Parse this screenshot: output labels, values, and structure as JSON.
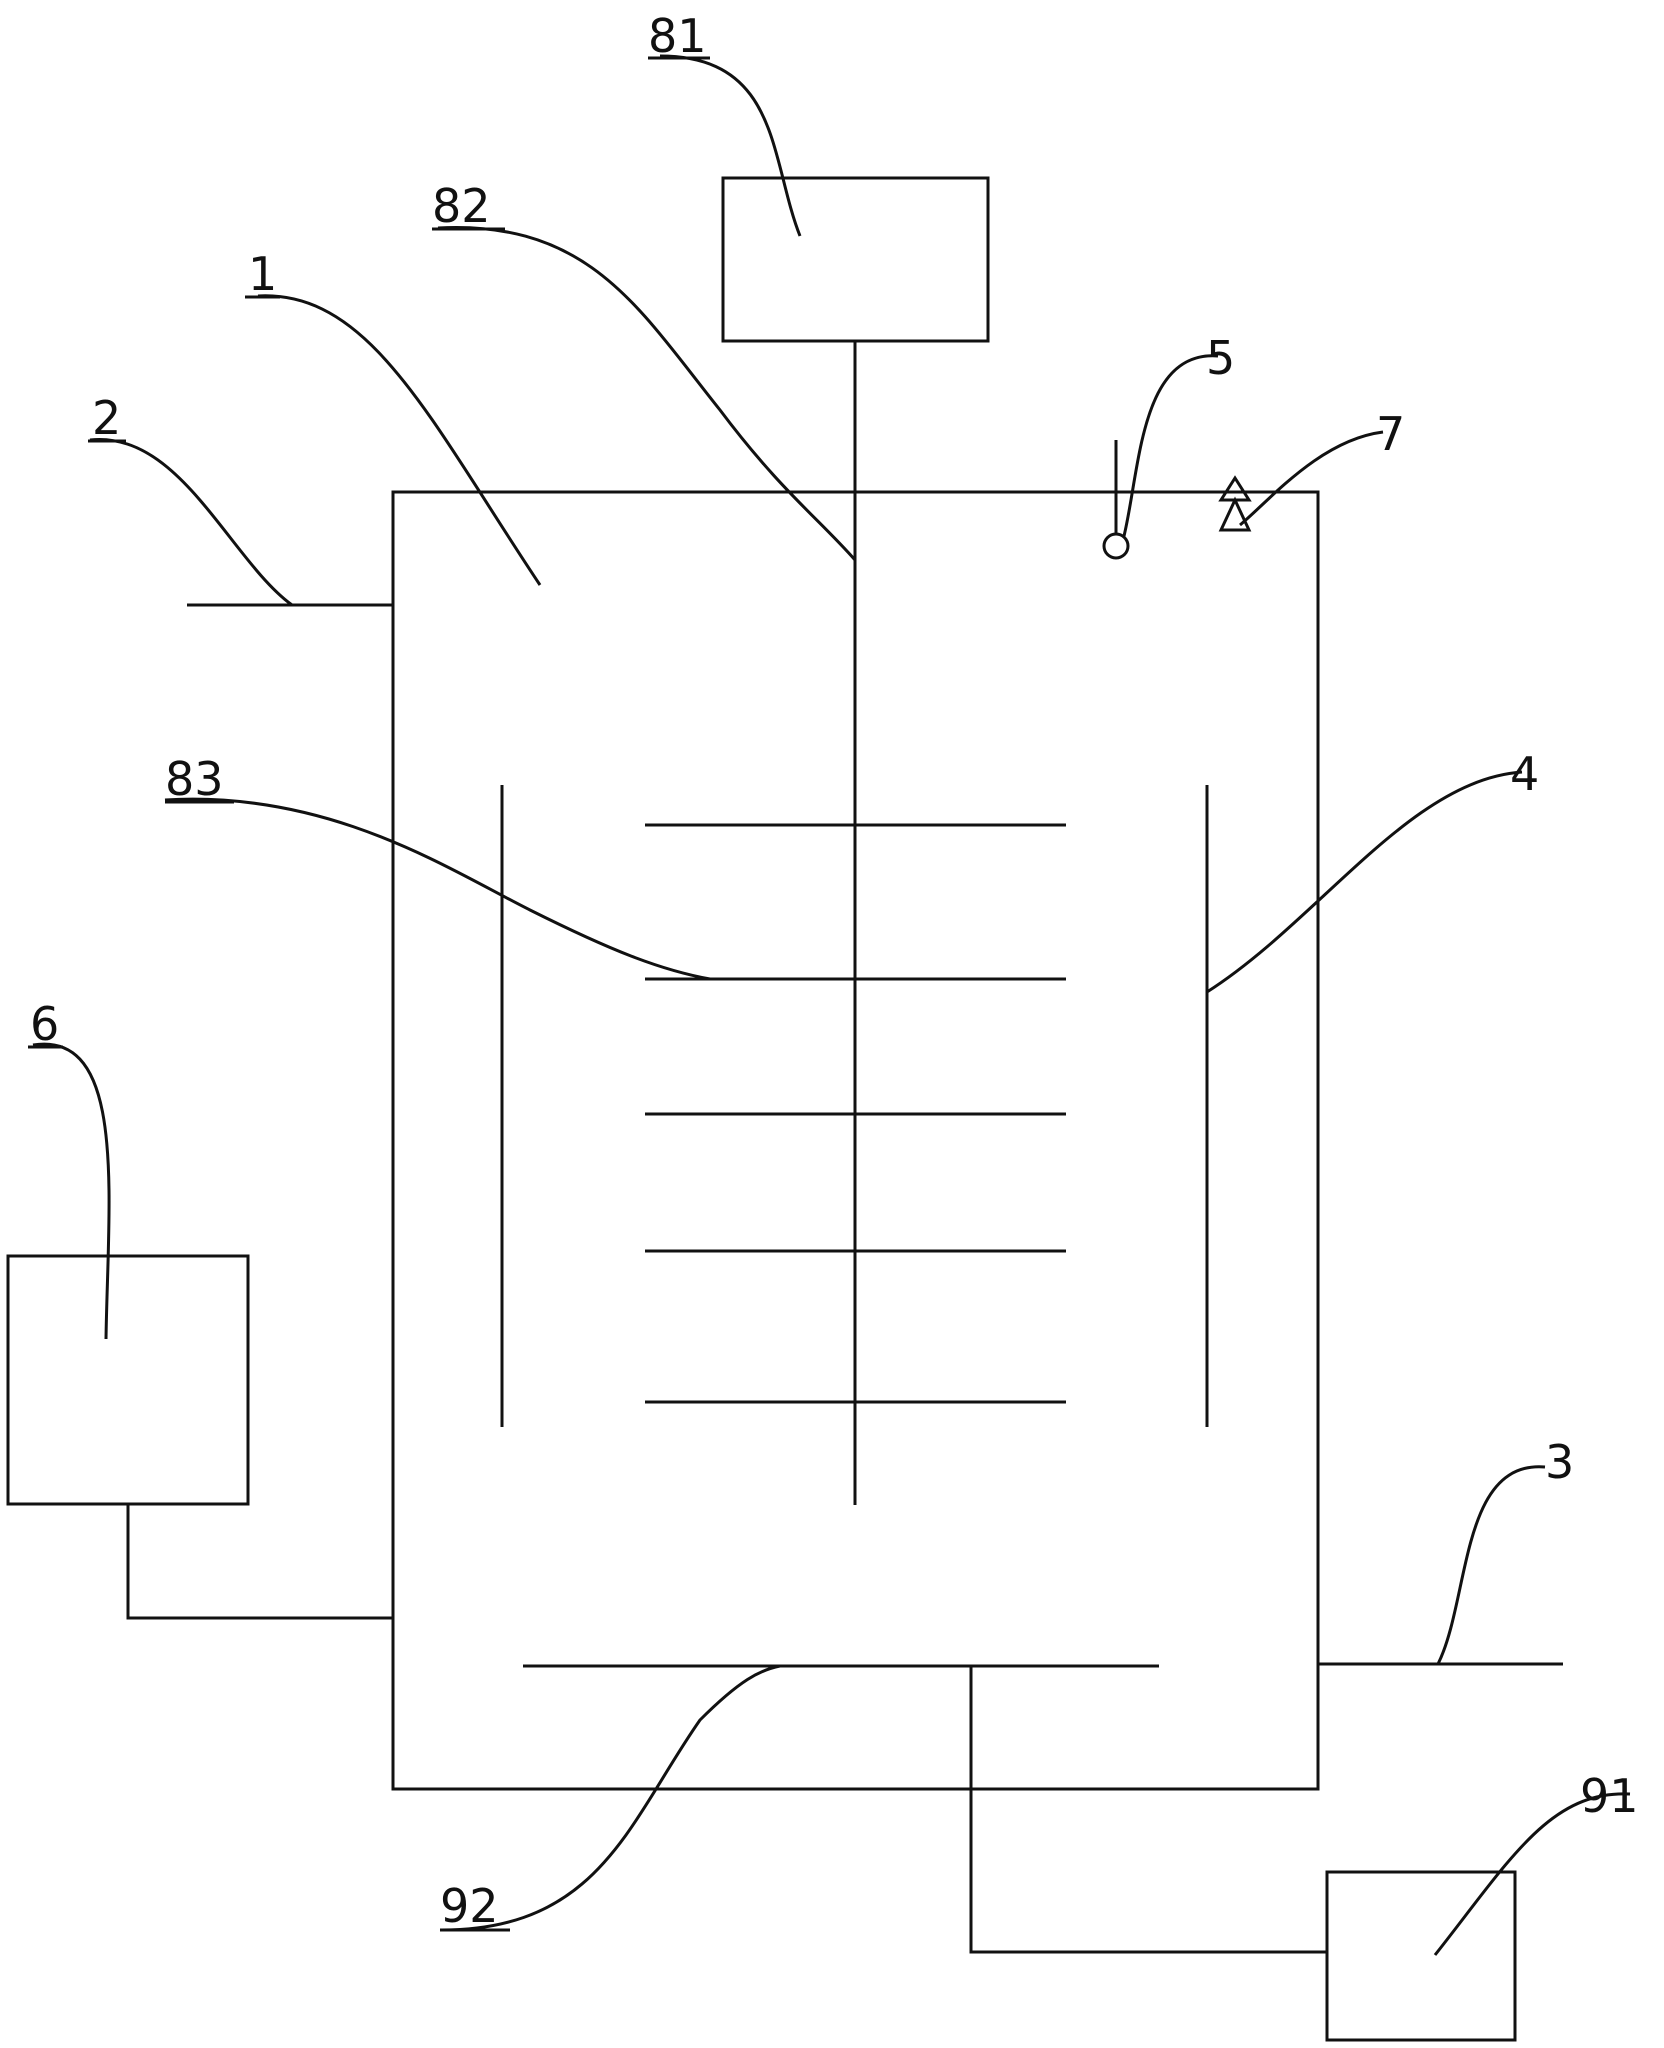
{
  "labels": {
    "l1": "1",
    "l2": "2",
    "l3": "3",
    "l4": "4",
    "l5": "5",
    "l6": "6",
    "l7": "7",
    "l81": "81",
    "l82": "82",
    "l83": "83",
    "l91": "91",
    "l92": "92"
  },
  "colors": {
    "line": "#111111",
    "background": "#ffffff"
  }
}
